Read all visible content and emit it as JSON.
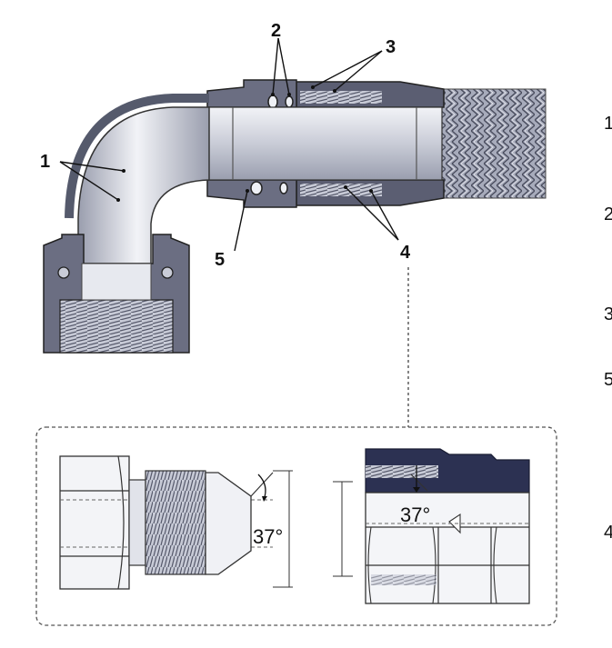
{
  "callouts": {
    "c1": "1",
    "c2": "2",
    "c3": "3",
    "c4": "4",
    "c5": "5"
  },
  "side_labels": [
    "1",
    "2",
    "3",
    "5",
    "4"
  ],
  "detail": {
    "left_angle": "37°",
    "right_angle": "37°"
  },
  "colors": {
    "metal_dark": "#5b5e72",
    "metal_mid": "#8f93a5",
    "metal_light": "#d9dbe4",
    "navy": "#2c3152",
    "outline": "#222222"
  }
}
